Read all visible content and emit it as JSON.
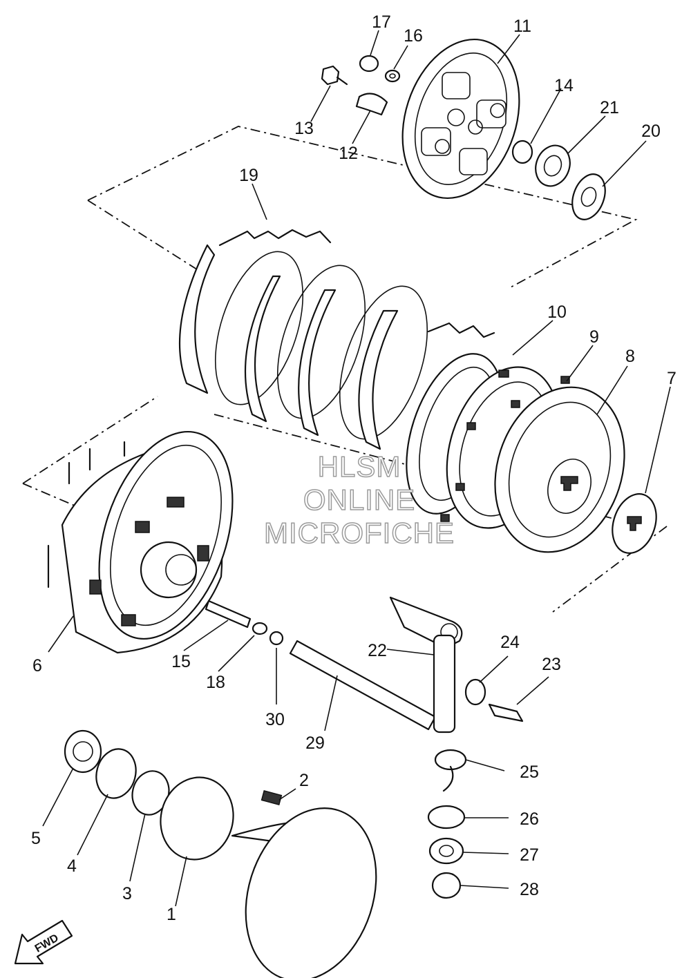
{
  "diagram": {
    "watermark": [
      "HLSM",
      "ONLINE",
      "MICROFICHE"
    ],
    "direction_arrow": "FWD",
    "callouts": [
      "1",
      "2",
      "3",
      "4",
      "5",
      "6",
      "7",
      "8",
      "9",
      "10",
      "11",
      "12",
      "13",
      "14",
      "15",
      "16",
      "17",
      "18",
      "19",
      "20",
      "21",
      "22",
      "23",
      "24",
      "25",
      "26",
      "27",
      "28",
      "29",
      "30"
    ]
  }
}
